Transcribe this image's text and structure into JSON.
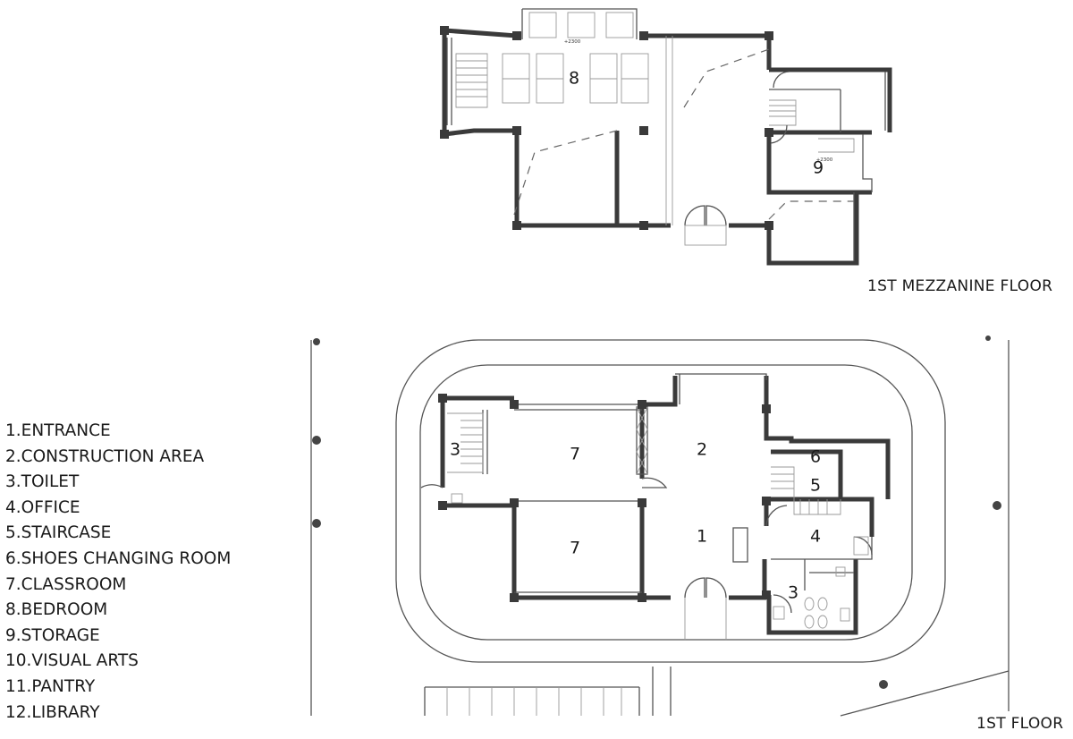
{
  "floors": {
    "mezzanine_title": "1ST MEZZANINE FLOOR",
    "ground_title": "1ST FLOOR"
  },
  "legend": [
    "1.ENTRANCE",
    "2.CONSTRUCTION AREA",
    "3.TOILET",
    "4.OFFICE",
    "5.STAIRCASE",
    "6.SHOES CHANGING ROOM",
    "7.CLASSROOM",
    "8.BEDROOM",
    "9.STORAGE",
    "10.VISUAL ARTS",
    "11.PANTRY",
    "12.LIBRARY"
  ],
  "mezzanine_rooms": [
    {
      "number": "8"
    },
    {
      "number": "9"
    }
  ],
  "ground_rooms": [
    {
      "number": "1"
    },
    {
      "number": "2"
    },
    {
      "number": "3"
    },
    {
      "number": "3"
    },
    {
      "number": "4"
    },
    {
      "number": "5"
    },
    {
      "number": "6"
    },
    {
      "number": "7"
    },
    {
      "number": "7"
    }
  ],
  "elevation_marks": [
    "+2300",
    "+2300"
  ]
}
